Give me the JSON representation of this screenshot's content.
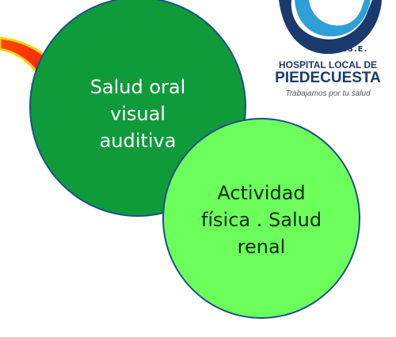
{
  "diagram": {
    "circle_one": {
      "text": "Salud oral visual auditiva",
      "color": "#0f9b3a"
    },
    "circle_two": {
      "text": "Actividad física . Salud renal",
      "color": "#6cff5c"
    },
    "arrow": {
      "icon": "curved-arrow-icon",
      "fill": "#ff2a00",
      "outline": "#ffd200"
    }
  },
  "logo": {
    "icon": "hospital-logo-icon",
    "ese": "E.S.E.",
    "name_line1": "HOSPITAL LOCAL DE",
    "name_line2": "PIEDECUESTA",
    "tagline": "Trabajamos por tu salud",
    "brand_color": "#1a3a6b"
  }
}
